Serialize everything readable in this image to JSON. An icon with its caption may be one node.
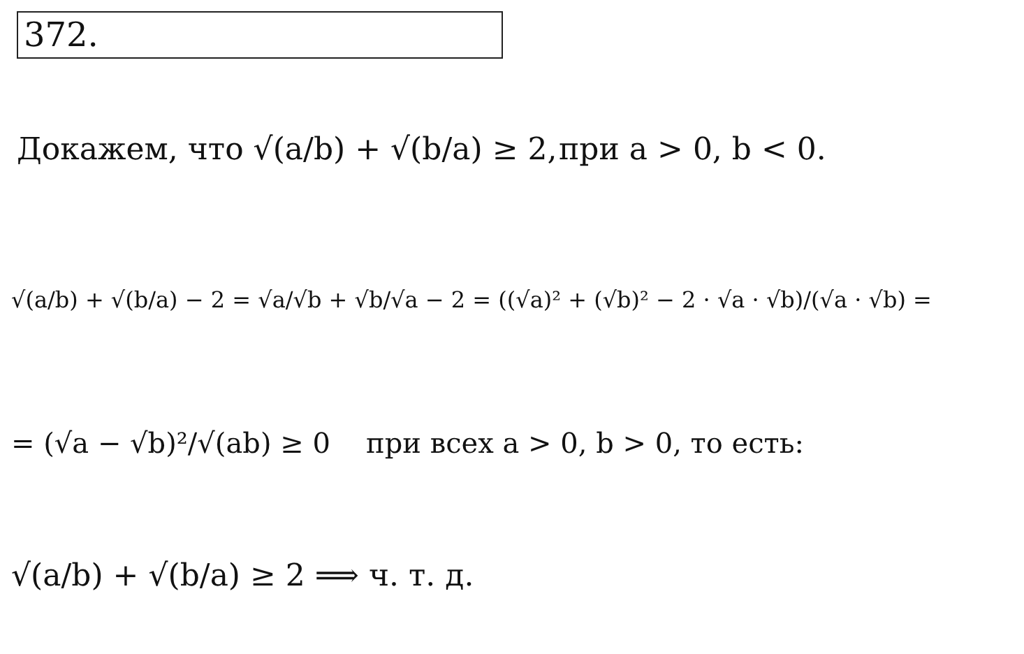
{
  "diagram": {
    "nodes": [
      {
        "text": [
          "372."
        ]
      }
    ],
    "edges": [],
    "labels": [
      "Докажем, что √(a/b) + √(b/a) ≥ 2,",
      "при a > 0, b < 0.",
      "√(a/b) + √(b/a) − 2 = √a/√b + √b/√a − 2 = ((√a)² + (√b)² − 2 · √a · √b)/(√a · √b) =",
      "= (√a − √b)²/√(ab) ≥ 0",
      "при всех a > 0, b > 0, то есть:",
      "√(a/b) + √(b/a) ≥ 2 ⟹ ч. т. д."
    ]
  }
}
